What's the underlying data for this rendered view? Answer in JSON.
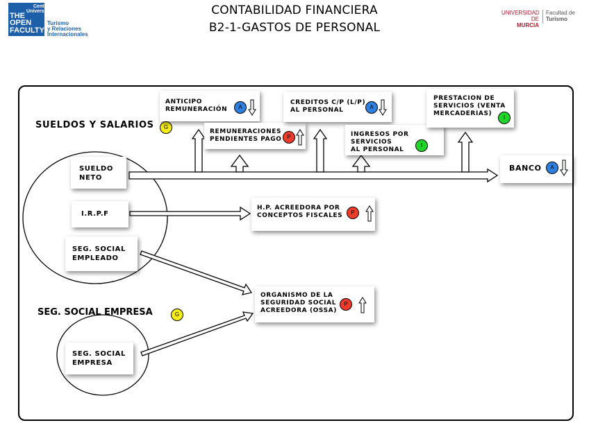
{
  "header": {
    "title_line1": "CONTABILIDAD FINANCIERA",
    "title_line2": "B2-1-GASTOS DE PERSONAL",
    "logo_left": {
      "line_top": "Centro",
      "line_top2": "Universitario",
      "line1": "THE",
      "line2": "OPEN",
      "line3": "FACULTY",
      "side1": "Turismo",
      "side2": "y Relaciones",
      "side3": "Internacionales"
    },
    "logo_right": {
      "uni1": "UNIVERSIDAD DE",
      "uni2": "MURCIA",
      "fac1": "Facultad de",
      "fac2": "Turismo"
    }
  },
  "colors": {
    "A": "#2f7fdf",
    "P": "#ef3b2c",
    "G": "#f5ec1a",
    "I": "#22d42a",
    "logo_blue": "#1d5fa8",
    "uni_red": "#b01a2a"
  },
  "sections": {
    "sueldos": "SUELDOS Y SALARIOS",
    "sueldos_badge": "G",
    "seg_empresa": "SEG. SOCIAL EMPRESA",
    "seg_empresa_badge": "G"
  },
  "left_boxes": {
    "sueldo_neto_1": "SUELDO",
    "sueldo_neto_2": "NETO",
    "irpf": "I.R.P.F",
    "seg_empleado_1": "SEG. SOCIAL",
    "seg_empleado_2": "EMPLEADO",
    "seg_empresa_1": "SEG. SOCIAL",
    "seg_empresa_2": "EMPRESA"
  },
  "accounts": {
    "anticipo": {
      "line1": "ANTICIPO",
      "line2": "REMUNERACIÓN",
      "badge": "A",
      "dir": "down"
    },
    "remuneraciones": {
      "line1": "REMUNERACIONES",
      "line2": "PENDIENTES PAGO",
      "badge": "P",
      "dir": "up"
    },
    "creditos": {
      "line1": "CREDITOS C/P (L/P)",
      "line2": "AL PERSONAL",
      "badge": "A",
      "dir": "down"
    },
    "ingresos": {
      "line1": "INGRESOS POR SERVICIOS",
      "line2": "AL PERSONAL",
      "badge": "I"
    },
    "prestacion": {
      "line1": "PRESTACION DE",
      "line2": "SERVICIOS (VENTA",
      "line3": "MERCADERIAS)",
      "badge": "I"
    },
    "banco": {
      "line1": "BANCO",
      "badge": "A",
      "dir": "down"
    },
    "hp": {
      "line1": "H.P. ACREEDORA POR",
      "line2": "CONCEPTOS FISCALES",
      "badge": "P",
      "dir": "up"
    },
    "ossa": {
      "line1": "ORGANISMO DE LA",
      "line2": "SEGURIDAD SOCIAL",
      "line3": "ACREEDORA (OSSA)",
      "badge": "P",
      "dir": "up"
    }
  }
}
